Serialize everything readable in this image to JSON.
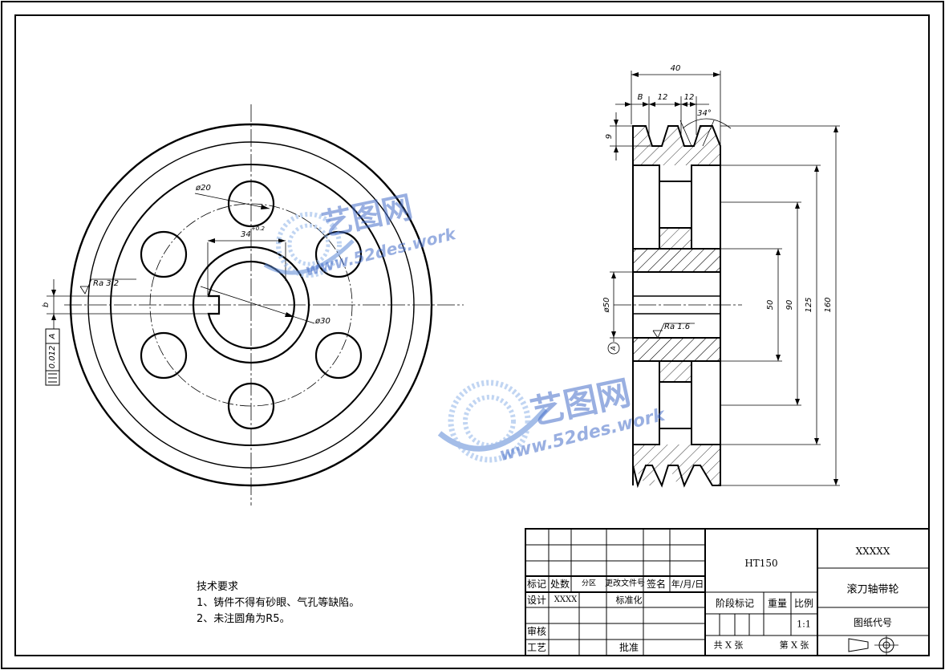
{
  "dimensions": {
    "hole_dia": "ø20",
    "keyway_width": "34",
    "keyway_tol": "+0.2",
    "roughness_left": "Ra 3.2",
    "bore_dia": "ø30",
    "key_b": "b",
    "tol_value": "0.012",
    "datum": "A",
    "overall_width": "40",
    "groove_b": "B",
    "groove_pitch_1": "12",
    "groove_pitch_2": "12",
    "groove_angle": "34°",
    "groove_depth": "9",
    "hub_dia": "ø50",
    "roughness_section": "Ra 1.6",
    "d50": "50",
    "d90": "90",
    "d125": "125",
    "d160": "160",
    "datum_symbol": "A"
  },
  "watermark": {
    "brand": "艺图网",
    "url": "www.52des.work"
  },
  "tech_requirements": {
    "heading": "技术要求",
    "item1": "1、铸件不得有砂眼、气孔等缺陷。",
    "item2": "2、未注圆角为R5。"
  },
  "title_block": {
    "mark": "标记",
    "count": "处数",
    "zone": "分区",
    "doc_no": "更改文件号",
    "sign": "签名",
    "date": "年/月/日",
    "design": "设计",
    "designer": "XXXX",
    "standardize": "标准化",
    "review": "审核",
    "process": "工艺",
    "approve": "批准",
    "material": "HT150",
    "stage_mark": "阶段标记",
    "weight": "重量",
    "scale": "比例",
    "scale_value": "1:1",
    "total_sheets": "共 X 张",
    "sheet_no": "第 X 张",
    "company": "XXXXX",
    "part_name": "滚刀轴带轮",
    "drawing_code": "图纸代号"
  }
}
